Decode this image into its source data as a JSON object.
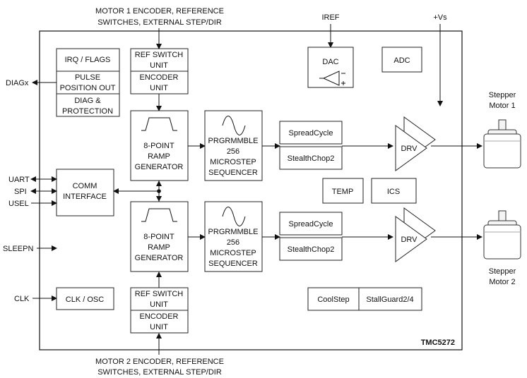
{
  "chip": {
    "name": "TMC5272",
    "supply": "+Vs",
    "iref": "IREF"
  },
  "top_label": [
    "MOTOR 1 ENCODER, REFERENCE",
    "SWITCHES, EXTERNAL STEP/DIR"
  ],
  "bottom_label": [
    "MOTOR 2 ENCODER, REFERENCE",
    "SWITCHES, EXTERNAL STEP/DIR"
  ],
  "pins": {
    "diagx": "DIAGx",
    "uart": "UART",
    "spi": "SPI",
    "usel": "USEL",
    "sleepn": "SLEEPN",
    "clk": "CLK"
  },
  "blocks": {
    "irq_flags": "IRQ / FLAGS",
    "pulse": [
      "PULSE",
      "POSITION OUT"
    ],
    "diag": [
      "DIAG &",
      "PROTECTION"
    ],
    "ref_switch": [
      "REF SWITCH",
      "UNIT"
    ],
    "encoder": [
      "ENCODER",
      "UNIT"
    ],
    "ramp": [
      "8-POINT",
      "RAMP",
      "GENERATOR"
    ],
    "sequencer": [
      "PRGRMMBLE",
      "256",
      "MICROSTEP",
      "SEQUENCER"
    ],
    "spreadcycle": "SpreadCycle",
    "stealthchop": "StealthChop2",
    "dac": "DAC",
    "adc": "ADC",
    "drv": "DRV",
    "comm": [
      "COMM",
      "INTERFACE"
    ],
    "temp": "TEMP",
    "ics": "ICS",
    "clk_osc": "CLK / OSC",
    "coolstep": "CoolStep",
    "stallguard": "StallGuard2/4"
  },
  "motors": {
    "m1": [
      "Stepper",
      "Motor 1"
    ],
    "m2": [
      "Stepper",
      "Motor 2"
    ]
  }
}
